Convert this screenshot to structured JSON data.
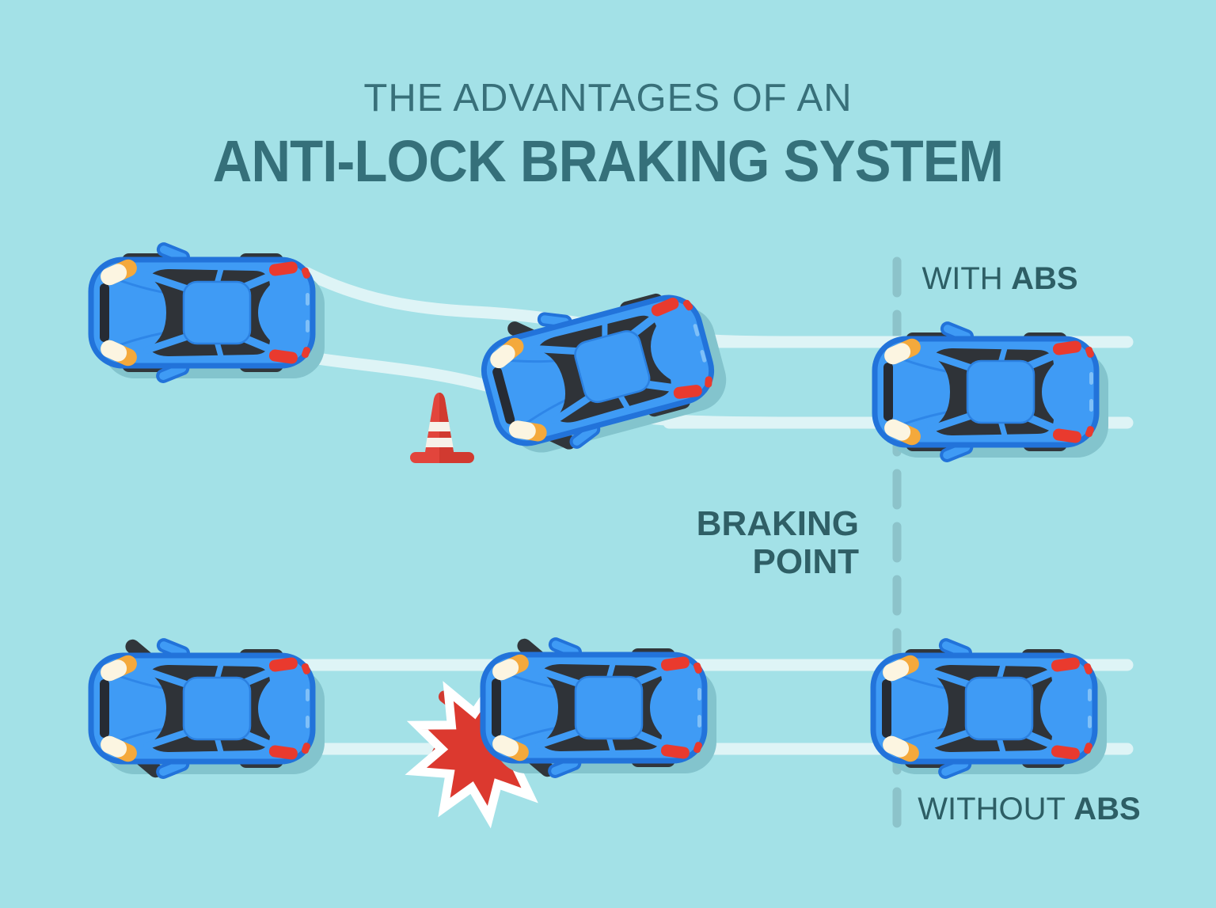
{
  "title": {
    "line1": "THE ADVANTAGES OF AN",
    "line2": "ANTI-LOCK BRAKING SYSTEM"
  },
  "labels": {
    "with_abs": {
      "prefix": "WITH",
      "bold": "ABS"
    },
    "without_abs": {
      "prefix": "WITHOUT",
      "bold": "ABS"
    },
    "braking_point": {
      "line1": "BRAKING",
      "line2": "POINT"
    }
  },
  "scene": {
    "icons": [
      "car-top-view-icon",
      "traffic-cone-upright-icon",
      "traffic-cone-knocked-over-icon",
      "impact-burst-icon",
      "braking-point-dashed-line",
      "tire-track-lines"
    ],
    "rows": {
      "top": "with-abs: car swerves around upright cone and stops safely",
      "bottom": "without-abs: car skids straight and hits the cone"
    }
  },
  "colors": {
    "background": "#A3E1E7",
    "track_line": "#DEF4F6",
    "dashed_line": "#8CC3CA",
    "car_body_blue": "#3F9BF5",
    "car_outline_blue": "#2273DA",
    "glass_dark": "#2F3338",
    "shadow_teal": "#83C4CD",
    "cone_red": "#E2453C",
    "cone_stripe_white": "#F6F1E9",
    "impact_red": "#DC392F",
    "headlight_orange": "#F4A93C",
    "taillight_red": "#E93A2E",
    "title_teal": "#35707A",
    "label_teal": "#2D5E65"
  }
}
